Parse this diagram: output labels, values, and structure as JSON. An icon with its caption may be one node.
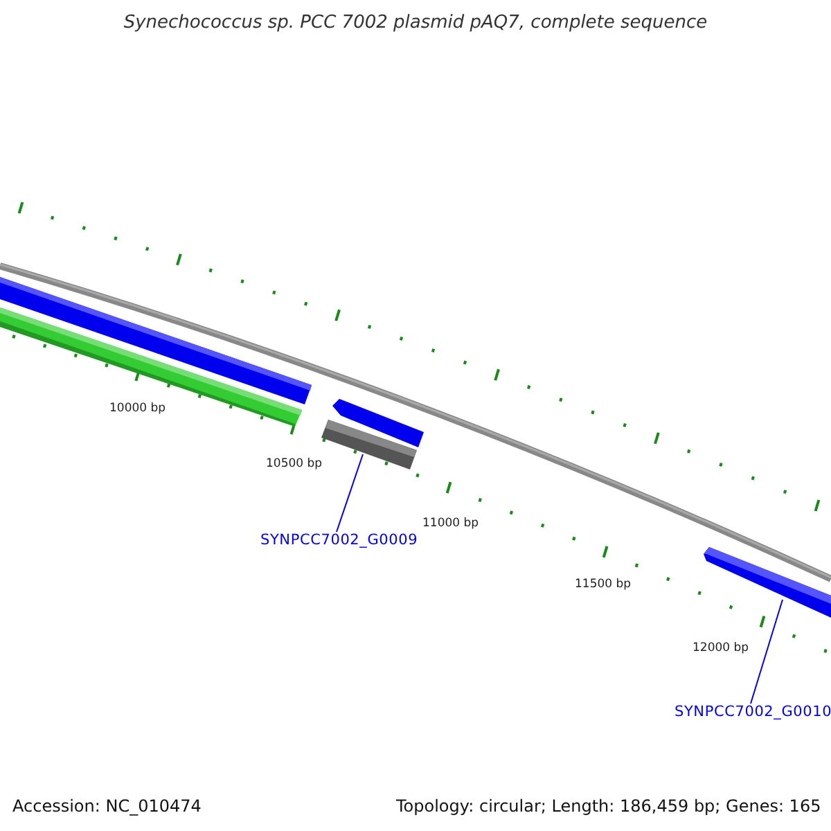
{
  "diagram": {
    "title": "Synechococcus sp. PCC 7002 plasmid pAQ7, complete sequence",
    "nodes": [
      {
        "text": [
          "SYNPCC7002_G0009"
        ]
      },
      {
        "text": [],
        "shape": "bar"
      },
      {
        "text": [
          "SYNPCC7002_G0010"
        ]
      },
      {
        "text": [],
        "shape": "bar"
      }
    ],
    "edges": [
      {
        "from": 0,
        "to": 1,
        "arrow": "none"
      },
      {
        "from": 2,
        "to": 3,
        "arrow": "none"
      }
    ],
    "labels": [
      "10000 bp",
      "10500 bp",
      "11000 bp",
      "11500 bp",
      "12000 bp",
      "Accession: NC_010474",
      "Topology: circular; Length: 186,459 bp; Genes: 165"
    ]
  }
}
